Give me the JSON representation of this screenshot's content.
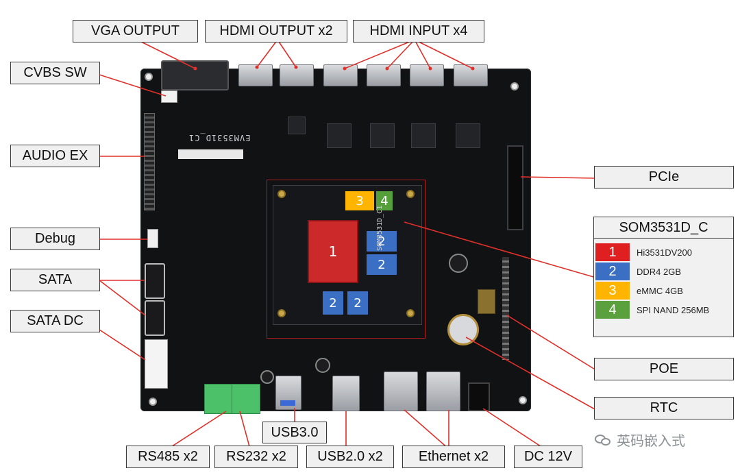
{
  "labels": {
    "vga_output": "VGA OUTPUT",
    "hdmi_output": "HDMI OUTPUT x2",
    "hdmi_input": "HDMI INPUT x4",
    "cvbs_sw": "CVBS SW",
    "audio_ex": "AUDIO EX",
    "debug": "Debug",
    "sata": "SATA",
    "sata_dc": "SATA DC",
    "pcie": "PCIe",
    "poe": "POE",
    "rtc": "RTC",
    "usb30": "USB3.0",
    "rs485": "RS485 x2",
    "rs232": "RS232 x2",
    "usb20": "USB2.0 x2",
    "ethernet": "Ethernet x2",
    "dc12v": "DC 12V"
  },
  "legend": {
    "title": "SOM3531D_C",
    "items": [
      {
        "num": "1",
        "text": "Hi3531DV200",
        "color": "#e02020"
      },
      {
        "num": "2",
        "text": "DDR4 2GB",
        "color": "#3a6fc4"
      },
      {
        "num": "3",
        "text": "eMMC 4GB",
        "color": "#ffb400"
      },
      {
        "num": "4",
        "text": "SPI NAND  256MB",
        "color": "#5aa03c"
      }
    ]
  },
  "board": {
    "silk_main": "EVM3531D_C1",
    "silk_som": "SOM3531D_C1",
    "block_labels": {
      "soc": "1",
      "ddr": "2",
      "emmc": "3",
      "nand": "4"
    }
  },
  "watermark": "英码嵌入式",
  "colors": {
    "leader": "#e0302a"
  }
}
